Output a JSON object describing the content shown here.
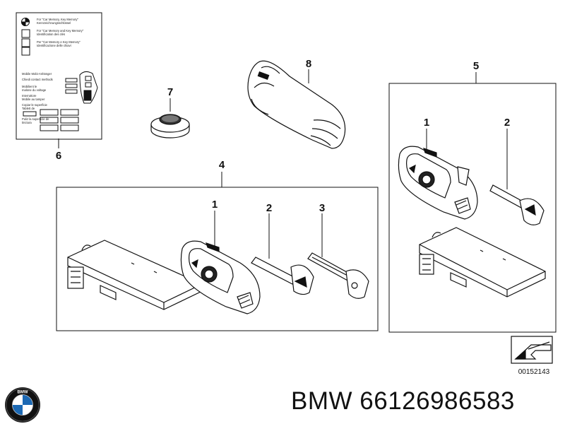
{
  "diagram": {
    "callouts": {
      "p1": "1",
      "p2": "2",
      "p3": "3",
      "p4": "4",
      "p5": "5",
      "p6": "6",
      "p7": "7",
      "p8": "8",
      "p5_1": "1",
      "p5_2": "2"
    },
    "drawing_code": "00152143",
    "card": {
      "line1a": "For \"Car Memory, Key Memory\"",
      "line1b": "Kennzeichnungsschlüssel",
      "line2a": "For \"Car Memory and Key Memory\"",
      "line2b": "Identification des clés",
      "line3a": "Per \"Car Memory e Key Memory\"",
      "line3b": "Identificazione delle chiavi",
      "side1": "Mobile Mobi-Anhänger",
      "side2": "Chiedi contact methods",
      "side3": "Mobilient le",
      "side4": "malone du voltage",
      "side5": "Interruttore",
      "side6": "Mobile au tamper",
      "side7": "Copiar le superficie",
      "side8": "Tablett de",
      "side9": "Puliz la superficie de",
      "side10": "tinctura"
    }
  },
  "footer": {
    "part_number": "BMW 66126986583",
    "brand_letters": "BMW"
  },
  "colors": {
    "line": "#111111",
    "logo_blue": "#1c69b4",
    "logo_ring": "#222222"
  }
}
